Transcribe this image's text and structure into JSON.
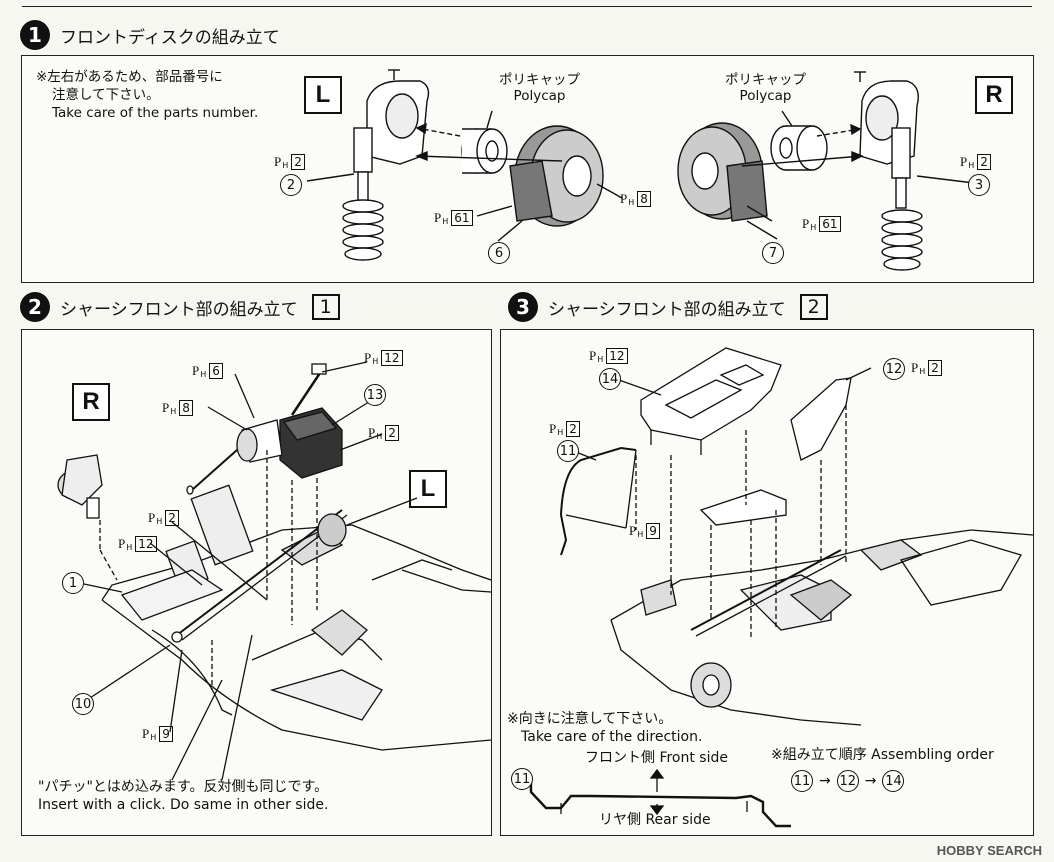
{
  "step1": {
    "number": "1",
    "title": "フロントディスクの組み立て",
    "note_lines": [
      "※左右があるため、部品番号に",
      "注意して下さい。",
      "Take care of the parts number."
    ],
    "left_marker": "L",
    "right_marker": "R",
    "polycap_jp": "ポリキャップ",
    "polycap_en": "Polycap",
    "labels": {
      "ph2_left": "2",
      "part2": "2",
      "ph61_left": "61",
      "part6": "6",
      "ph8": "8",
      "part7": "7",
      "ph61_right": "61",
      "ph2_right": "2",
      "part3": "3"
    }
  },
  "step2": {
    "number": "2",
    "title": "シャーシフロント部の組み立て",
    "title_box": "1",
    "right_marker": "R",
    "left_marker": "L",
    "labels": {
      "ph12_top": "12",
      "ph6": "6",
      "ph8": "8",
      "part13": "13",
      "ph2_right": "2",
      "ph2_mid": "2",
      "ph12_left": "12",
      "part1": "1",
      "part10": "10",
      "ph9": "9"
    },
    "note_jp": "\"パチッ\"とはめ込みます。反対側も同じです。",
    "note_en": "Insert with a click. Do same in other side."
  },
  "step3": {
    "number": "3",
    "title": "シャーシフロント部の組み立て",
    "title_box": "2",
    "labels": {
      "ph12": "12",
      "part14": "14",
      "part12": "12",
      "ph2_right": "2",
      "ph2_left": "2",
      "part11": "11",
      "ph9": "9"
    },
    "direction_note_jp": "※向きに注意して下さい。",
    "direction_note_en": "Take care of the direction.",
    "front_side": "フロント側 Front side",
    "rear_side": "リヤ側 Rear side",
    "bar_part": "11",
    "order_label": "※組み立て順序 Assembling order",
    "order": [
      "11",
      "12",
      "14"
    ]
  },
  "watermark": "HOBBY SEARCH"
}
